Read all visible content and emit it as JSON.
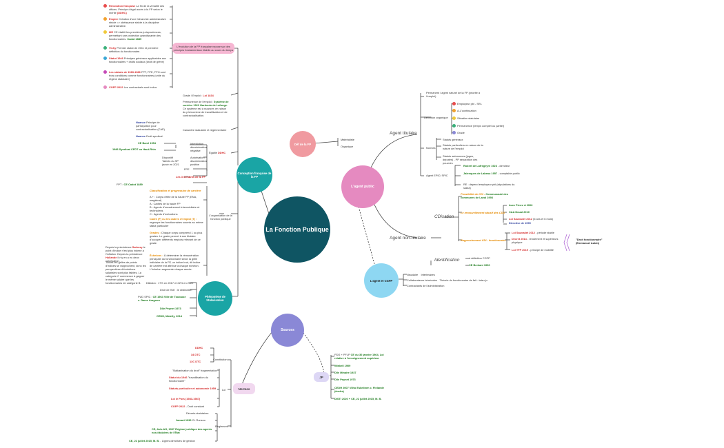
{
  "center": {
    "label": "La Fonction Publique",
    "color": "#0f5563"
  },
  "colors": {
    "teal": "#1aa5a5",
    "pink": "#f09aa0",
    "magenta": "#e58ac0",
    "cyan": "#8ed7f2",
    "purple": "#8a88d6",
    "evolution_pill": "#f6b6d2",
    "normes_pill": "#f1d8ef",
    "jp_pill": "#ddd7f5",
    "line": "#444444"
  },
  "conception": {
    "label": "Conception française de la FP",
    "evolution": "L'évolution de la FP française repose sur des principes fondamentaux établis au cours du temps",
    "history": [
      {
        "bold": "Révolution française",
        "text": "La fin de la vénalité des offices. Principe d'égal accès à la FP selon le mérite",
        "ref": "(DDHC)"
      },
      {
        "bold": "Empire",
        "text": "Création d'une hiérarchie administrative stricte => obéissance stricte à la discipline administrative."
      },
      {
        "bold": "IIIR",
        "text": "CE établit les premières jurisprudences, permettant une protection grandissante des fonctionnaires.",
        "ref": "Cadot 1889"
      },
      {
        "bold": "Vichy",
        "text": "Premier statut de 1941 et première définition du fonctionnaire."
      },
      {
        "bold": "Statut 1946",
        "text": "Principes généraux applicables aux fonctionnaires + droits sociaux (droit de grève)"
      },
      {
        "bold": "Les statuts de 1983-1986",
        "text": "FPT, FPE, FPH sont trois conditions comme fonctionnaires (unité du régime statutaire)"
      },
      {
        "bold": "CGFP 2022",
        "text": "Les contractuels sont inclus"
      }
    ],
    "grade": {
      "text": "Grade / Emploi :",
      "ref": "Loi 1834"
    },
    "permanence": {
      "text": "Permanence de l'emploi :",
      "bold": "Système de carrière 1923 Hardouin de Lafonge.",
      "rest": "Ce système est à nuancer, en raison du phénomène de travaillisation et de contractualisation."
    },
    "caracteres": "Caractère statutaire et réglementaire",
    "nuance": {
      "bold": "Nuance",
      "text": "Principe de participation pour contractualisation (CAP)"
    },
    "nuance2": {
      "bold": "Nuance",
      "text": "Droit syndical."
    },
    "egalite": {
      "label": "Égalité",
      "ref": "DDHC"
    },
    "ce_barel": "CE Barel 1954",
    "syndicat": "1986 Syndicat CFDT ou Haut-Rhin",
    "interdiction": "Interdiction discrimination négative",
    "dispositif": "Dispositif Talents du SP (ancé en 2021",
    "autorisation": "Autorisation discrimination positive",
    "fpe": "FPE",
    "fph": "FPH",
    "trois_versants": "Les 3 versants de la FP",
    "fpt": "FPT :",
    "ce_cadot": "CE Cadot 1889",
    "classification": "Classification et progression de carrière",
    "categories": [
      "A + : Corps d'élite de la haute FP (ENA, magistrat)",
      "A : Cadres de la haute FP",
      "B : Agents d'encadrement intermédiaire et techniciens",
      "C : Agents d'exécutions"
    ],
    "cadre": {
      "bold": "Cadre (F) ou les cadres d'emploi (T) :",
      "text": "regroupe les fonctionnaires soumis au même statut particulier"
    },
    "grades": {
      "bold": "Grades :",
      "text": "Chaque corps comprend 1 ou plus grades. Le grade permet à son titulaire d'occuper différents emplois relevant de ce grade."
    },
    "organisation": "L'organisation de la fonction publique",
    "echelons": {
      "bold": "Échelons :",
      "text": "À déterminer la rémunération principale du fonctionnaire selon la grille indiciaire de la FP, un indice brut, dit indice de carrière est attribué à chaque échelon. L'échelon augmente chaque année."
    },
    "precedence": {
      "text": "Depuis la précédence",
      "colored": "Sarkozy",
      "rest": "le point d'indice n'est plus indexé à l'inflation. Depuis la présidence",
      "colored2": "Hollande",
      "rest2": "il n'y en a eu deux valorisation."
    },
    "grilles": "Toutes les grilles de points d'indices se rapprochent, donc les perspectives d'évolutions salariales sont plus faibles. La catégorie C commence à gagner le même salaire que les fonctionnaires de catégorie B."
  },
  "titularisation": {
    "label": "Phénomène de titularisation",
    "items": [
      {
        "text": "Diliation : 17% en 2017 et 22% en 2022"
      },
      {
        "text": "Droit de l'UE : le distinction"
      },
      {
        "text": "PUD SPIC : ",
        "ref": "CE 1963 Ville de Toulouse",
        "ref2": "c. Dame Aragnou"
      },
      {
        "ref": "Dlle Peynet 1973"
      },
      {
        "ref": "CEDH, Matelly, 2014"
      }
    ]
  },
  "def": {
    "label": "Déf de la FP",
    "items": [
      "Matérialiste",
      "Organique"
    ]
  },
  "agent": {
    "label": "L'agent public",
    "titulaire": "Agent titulaire",
    "permanent": "Permanent / agent naturel de la FP (priorité à l'emploi)",
    "definition": "Définition organique",
    "critere": [
      {
        "text": "Employeur pbl - SRL",
        "color": "#e84c4c"
      },
      {
        "text": "A-L'continuation",
        "color": "#f2a12e"
      },
      {
        "text": "Situation statutaire",
        "color": "#f0c93a"
      },
      {
        "text": "Permanence (temps complet ou partiel)",
        "color": "#3ab07a"
      },
      {
        "text": "Grade",
        "color": "#8a88d6"
      }
    ],
    "normes": "Normes",
    "statut_general": "Statuts généraux",
    "statut_particulier": "Statuts particuliers en raison de la nature de l'emploi",
    "statut_autonome": "Statuts autonomes (juges, députés) - PP séparation des pouvoirs",
    "epic": "Agent EPIC/ SPIC",
    "epic_items": [
      {
        "ref": "Robert de Lafregeyre 1923",
        "text": "- directeur"
      },
      {
        "ref": "Jalenques de Labeau 1957",
        "text": "- comptable public"
      },
      {
        "text": "RE : dépend employeur pbl (stipulations du statut)"
      }
    ],
    "non_titulaire": "Agent non-titulaire",
    "cdisation": "CDisation",
    "cd1": {
      "text": "Possibilité de CDI -",
      "ref": "Communauté des communes de Laval 1993"
    },
    "cd2": "Le renouvellement abusif des CDD",
    "cd2_refs": [
      "Avez Pierre A 2006",
      "CAA Doual 2010"
    ],
    "loi_sauvadet": {
      "ref": "Loi Sauvadet 2012",
      "text": "(6 ans et 6 mois)"
    },
    "directive": "Directive de 1999",
    "rapprochement": "Rapprochement CDI - fonctionnaire",
    "ls": {
      "ref": "Loi Sauvadet 2012",
      "text": "- période stable"
    },
    "decret": {
      "ref": "Decret 2014",
      "text": "- rendement et supérieurs physique"
    },
    "tfp": {
      "ref": "Loi TFP 2019",
      "text": "- principe de mobilité"
    },
    "quote": "\"Droit fonctionnaire\" (Emmanuel Aubin)",
    "identification": "Identification",
    "ident1": "à définition CGFP",
    "ident2": "CE Berkani 1996"
  },
  "cgfp": {
    "label": "L'agent et CGFP",
    "items": [
      "Vacataire",
      "Collaborateurs bénévoles",
      "Contractants de l'administration"
    ],
    "intermit": "Intérimaires",
    "theorie": "Théorie du fonctionnaire de fait - taisu ju"
  },
  "sources": {
    "label": "Sources"
  },
  "normes": {
    "label": "Normes",
    "constitution": "Constitution",
    "ddhc": "DDHC",
    "c34": "34 DTC",
    "c13": "13C DTC",
    "loi": "Loi",
    "loi_items": [
      {
        "text": "\"Balkanisation du droit\" fragmentation"
      },
      {
        "ref": "Statut du 1946",
        "text": "\"travaillisation du fonctionnaire\""
      },
      {
        "ref": "Statuts particulier et autonomie 1959"
      },
      {
        "ref": "Loi le Pors (1983-1987)"
      },
      {
        "ref": "CGFP 2022",
        "text": "- Droit constant"
      }
    ],
    "reglement": "Règlement",
    "regl_items": [
      {
        "text": "Décrets statutaires"
      },
      {
        "ref": "Jamart 1936",
        "text": "CL Ronsou"
      },
      {
        "ref": "CE, Avis AG, 1997 Régime juridique des agents non-titulaires de l'État"
      },
      {
        "ref": "CE, 22 juillet 2015, M. B.",
        "text": "- Lignes directives de gestion"
      }
    ]
  },
  "jp": {
    "label": "JP",
    "items": [
      {
        "text": "PDG + PFLP",
        "ref": "CE du 30 janvier 1964, Loi relative à l'enseignement supérieur"
      },
      {
        "ref": "Winkell 1909"
      },
      {
        "ref": "Dlle Minaire 1937"
      },
      {
        "ref": "Dlle Peynet 1973"
      },
      {
        "ref": "CEDH 2007 Vilho Eskelinen c. Finlande (ânebs)"
      },
      {
        "ref": "DISTI 2020 + CE, 22 juillet 2015, M. B."
      }
    ]
  }
}
